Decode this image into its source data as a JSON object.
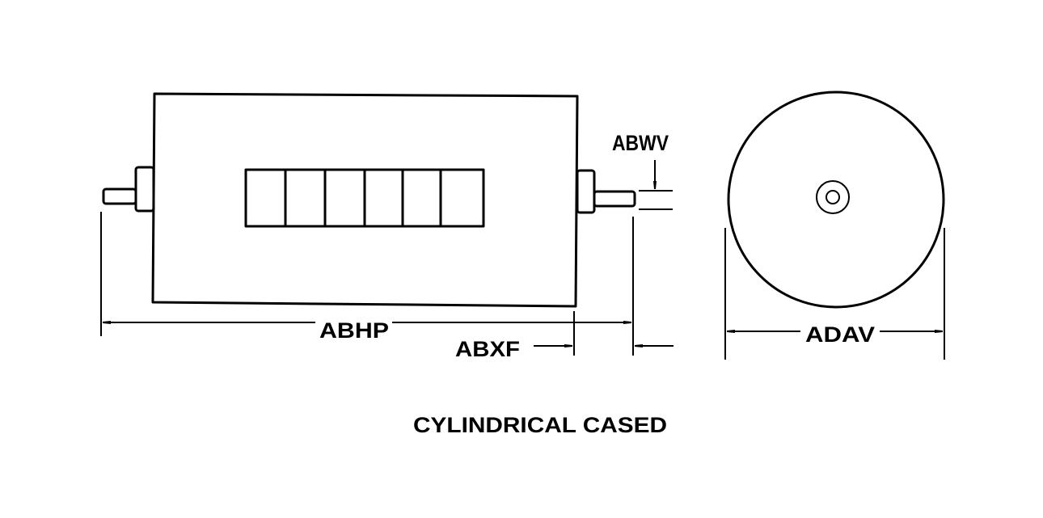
{
  "title": "CYLINDRICAL CASED",
  "dimensions": {
    "overall_length": "ABHP",
    "terminal_length": "ABXF",
    "terminal_diameter": "ABWV",
    "case_diameter": "ADAV"
  },
  "colors": {
    "ink": "#000000",
    "background": "#ffffff"
  }
}
